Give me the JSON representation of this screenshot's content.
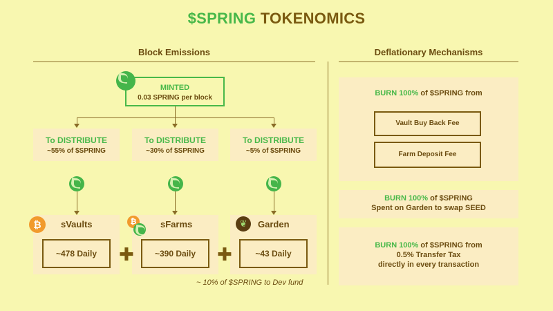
{
  "title": {
    "accent": "$SPRING",
    "rest": "TOKENOMICS"
  },
  "left_section": {
    "heading": "Block Emissions"
  },
  "right_section": {
    "heading": "Deflationary  Mechanisms"
  },
  "minted": {
    "label": "MINTED",
    "rate": "0.03 SPRING per block"
  },
  "distribute": [
    {
      "label": "To DISTRIBUTE",
      "share": "~55% of $SPRING"
    },
    {
      "label": "To DISTRIBUTE",
      "share": "~30% of $SPRING"
    },
    {
      "label": "To DISTRIBUTE",
      "share": "~5% of $SPRING"
    }
  ],
  "pools": [
    {
      "name": "sVaults",
      "daily": "~478 Daily",
      "icon": "bitcoin-icon"
    },
    {
      "name": "sFarms",
      "daily": "~390 Daily",
      "icon": "bitcoin-leaf-icon"
    },
    {
      "name": "Garden",
      "daily": "~43 Daily",
      "icon": "seed-sprout-icon"
    }
  ],
  "plus_symbol": "✚",
  "bitcoin_glyph": "₿",
  "sprout_glyph": "❦",
  "dev_fund_note": "~ 10% of $SPRING to Dev fund",
  "burns": [
    {
      "accent": "BURN 100%",
      "text": " of $SPRING from",
      "fees": [
        "Vault Buy Back Fee",
        "Farm Deposit Fee"
      ]
    },
    {
      "accent": "BURN 100%",
      "text": " of $SPRING",
      "line2": "Spent on Garden to swap SEED"
    },
    {
      "accent": "BURN 100%",
      "text": " of $SPRING from",
      "line2": "0.5% Transfer Tax",
      "line3": "directly in every transaction"
    }
  ],
  "colors": {
    "background": "#f8f7b0",
    "accent_green": "#48b849",
    "brown": "#6b4c10",
    "card": "#fbedc3",
    "bitcoin_orange": "#f19a2c"
  }
}
